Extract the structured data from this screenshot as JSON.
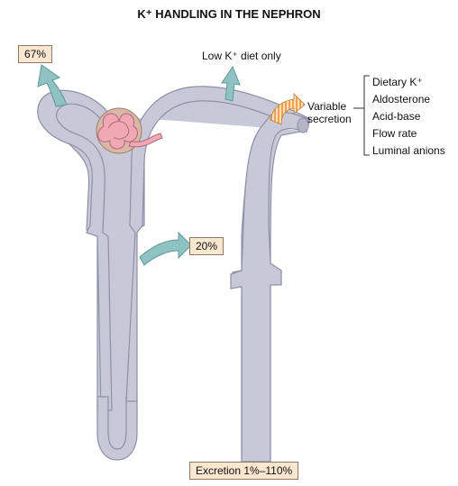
{
  "title": "K⁺ HANDLING IN THE NEPHRON",
  "labels": {
    "proximal_reabsorption": "67%",
    "loop_reabsorption": "20%",
    "low_k_diet": "Low K⁺ diet only",
    "variable": "Variable",
    "secretion": "secretion",
    "excretion": "Excretion 1%–110%"
  },
  "factors": [
    "Dietary K⁺",
    "Aldosterone",
    "Acid-base",
    "Flow rate",
    "Luminal anions"
  ],
  "colors": {
    "tubule": "#c8c9d8",
    "tubule_outline": "#8e90a6",
    "arrow": "#8fc3c3",
    "arrow_outline": "#5f9898",
    "box_fill": "#fbe6cf",
    "glomerulus": "#f0a8b4",
    "secretion_stripe": "#f0a050"
  }
}
